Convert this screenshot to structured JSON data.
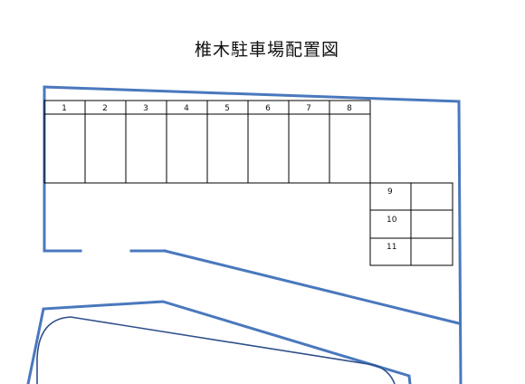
{
  "title": "椎木駐車場配置図",
  "colors": {
    "boundary": "#4a78bd",
    "grid": "#000000",
    "text": "#111111"
  },
  "top_row_space_labels": [
    "1",
    "2",
    "3",
    "4",
    "5",
    "6",
    "7",
    "8"
  ],
  "side_space_labels": [
    "9",
    "10",
    "11"
  ]
}
